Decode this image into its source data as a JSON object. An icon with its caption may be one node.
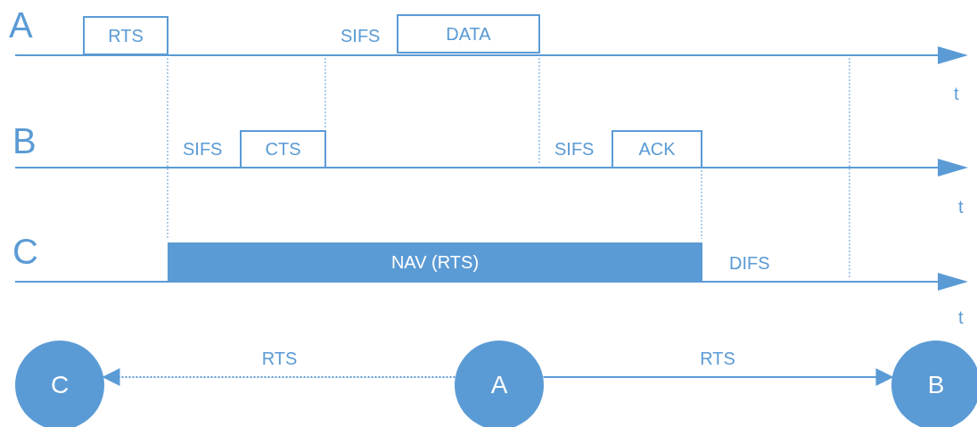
{
  "diagram": {
    "nodes": [
      {
        "text": [
          "RTS"
        ]
      },
      {
        "text": [
          "DATA"
        ]
      },
      {
        "text": [
          "CTS"
        ]
      },
      {
        "text": [
          "ACK"
        ]
      },
      {
        "text": [
          "NAV (RTS)"
        ]
      },
      {
        "text": [
          "C"
        ]
      },
      {
        "text": [
          "A"
        ]
      },
      {
        "text": [
          "B"
        ]
      }
    ],
    "edges": [
      {
        "from": 6,
        "to": 5,
        "arrow": "to",
        "label": "RTS",
        "style": "dashed"
      },
      {
        "from": 6,
        "to": 7,
        "arrow": "to",
        "label": "RTS"
      }
    ],
    "labels": [
      "A",
      "SIFS",
      "t",
      "B",
      "SIFS",
      "SIFS",
      "t",
      "C",
      "DIFS",
      "t"
    ]
  }
}
